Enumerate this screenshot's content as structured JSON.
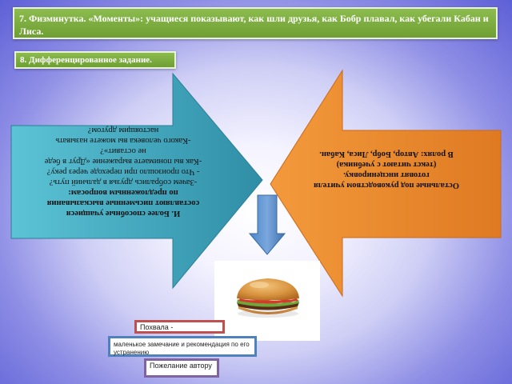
{
  "header": {
    "title": "7.  Физминутка. «Моменты»:  учащиеся  показывают, как шли друзья, как Бобр плавал, как убегали Кабан и Лиса."
  },
  "subheader": {
    "title": "8. Дифференцированное задание."
  },
  "left_arrow": {
    "lines": [
      "И.  Более способные учащиеся",
      "составляют письменные высказывания",
      "по предложенным вопросам:",
      "-Зачем собрались друзья в дальний путь?",
      " - Что произошло при переходе через реку?",
      "-Как вы понимаете  выражение «Друг в беде",
      "не оставит»?",
      "-Какого человека вы можете называть",
      "настоящим другом?"
    ]
  },
  "right_arrow": {
    "lines": [
      "Остальные под руководством учителя",
      "готовят  инсценировку.",
      "(текст читают  с учебника)",
      "В ролях: Автор, Бобр, Лиса, Кабан."
    ]
  },
  "notes": {
    "praise": "Похвала -",
    "remark": "маленькое замечание и рекомендация по его устранению",
    "wish": "Пожелание автору"
  },
  "colors": {
    "header_green": "#7aa83c",
    "left_arrow_teal": "#3fa7bd",
    "right_arrow_orange": "#e8862b",
    "down_arrow_blue": "#4f81bd",
    "praise_border": "#c0504d",
    "remark_border": "#4f81bd",
    "wish_border": "#8064a2"
  }
}
